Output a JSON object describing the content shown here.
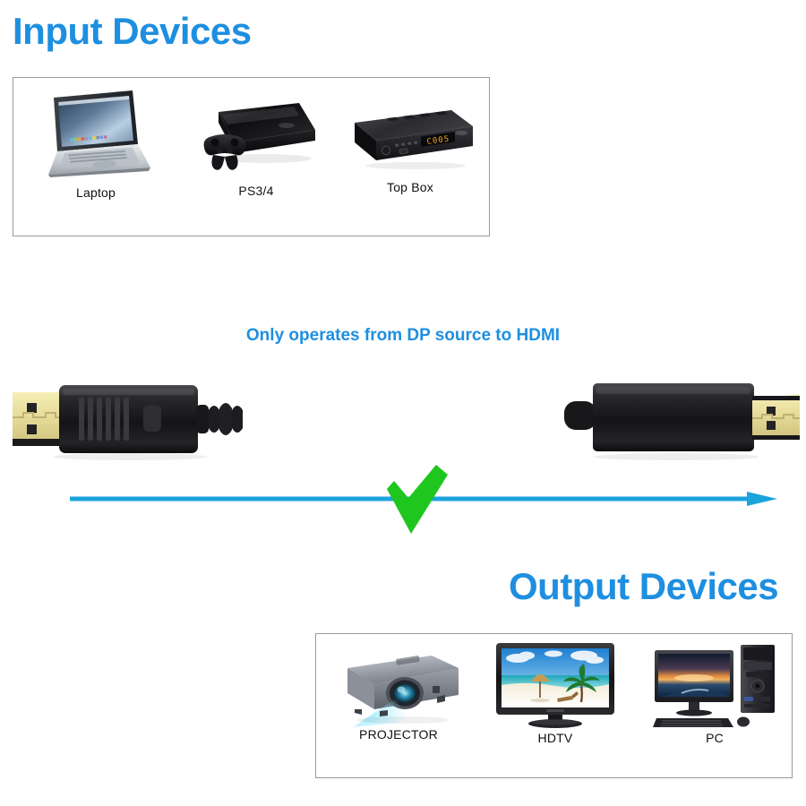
{
  "sections": {
    "input": {
      "heading": "Input Devices",
      "devices": [
        {
          "label": "Laptop",
          "icon": "laptop-icon"
        },
        {
          "label": "PS3/4",
          "icon": "game-console-icon"
        },
        {
          "label": "Top Box",
          "icon": "set-top-box-icon"
        }
      ]
    },
    "output": {
      "heading": "Output Devices",
      "devices": [
        {
          "label": "PROJECTOR",
          "icon": "projector-icon"
        },
        {
          "label": "HDTV",
          "icon": "television-icon"
        },
        {
          "label": "PC",
          "icon": "desktop-computer-icon"
        }
      ]
    }
  },
  "banner": {
    "note": "Only operates from DP source to HDMI"
  },
  "cable": {
    "left_connector": "displayport-plug",
    "right_connector": "hdmi-plug",
    "body_color": "#1a1a1a",
    "contact_color": "#e8dfa0"
  },
  "flow": {
    "arrow_icon": "right-arrow-icon",
    "arrow_color": "#1CA3DC",
    "check_icon": "green-check-icon",
    "check_color": "#1EC61E"
  },
  "device_detail": {
    "set_top_box_display": "C005",
    "heading_color": "#1E8FE0"
  }
}
